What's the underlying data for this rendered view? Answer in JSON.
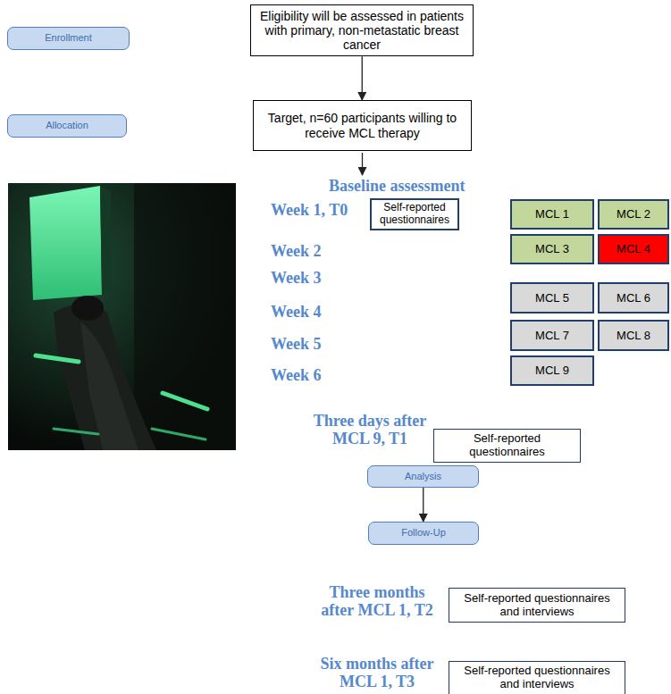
{
  "diagram": {
    "nodes": [
      {
        "text": [
          "Enrollment"
        ]
      },
      {
        "text": [
          "Eligibility will be assessed in patients with primary, non-metastatic breast cancer"
        ]
      },
      {
        "text": [
          "Allocation"
        ]
      },
      {
        "text": [
          "Target, n=60 participants willing to receive MCL therapy"
        ]
      },
      {
        "text": [
          "Self-reported questionnaires"
        ]
      },
      {
        "text": [
          "MCL 1"
        ]
      },
      {
        "text": [
          "MCL 2"
        ]
      },
      {
        "text": [
          "MCL 3"
        ]
      },
      {
        "text": [
          "MCL 4"
        ]
      },
      {
        "text": [
          "MCL 5"
        ]
      },
      {
        "text": [
          "MCL 6"
        ]
      },
      {
        "text": [
          "MCL 7"
        ]
      },
      {
        "text": [
          "MCL 8"
        ]
      },
      {
        "text": [
          "MCL 9"
        ]
      },
      {
        "text": [
          "Self-reported questionnaires"
        ]
      },
      {
        "text": [
          "Analysis"
        ]
      },
      {
        "text": [
          "Follow-Up"
        ]
      },
      {
        "text": [
          "Self-reported questionnaires and interviews"
        ]
      },
      {
        "text": [
          "Self-reported questionnaires and interviews"
        ]
      }
    ],
    "edges": [
      {
        "from": 1,
        "to": 3,
        "arrow": "to"
      },
      {
        "from": 15,
        "to": 16,
        "arrow": "to"
      }
    ],
    "labels": [
      "Baseline assessment",
      "Week 1, T0",
      "Week 2",
      "Week 3",
      "Week 4",
      "Week 5",
      "Week 6",
      "Three days after MCL 9, T1",
      "Three months after MCL 1, T2",
      "Six months after MCL 1, T3"
    ]
  }
}
